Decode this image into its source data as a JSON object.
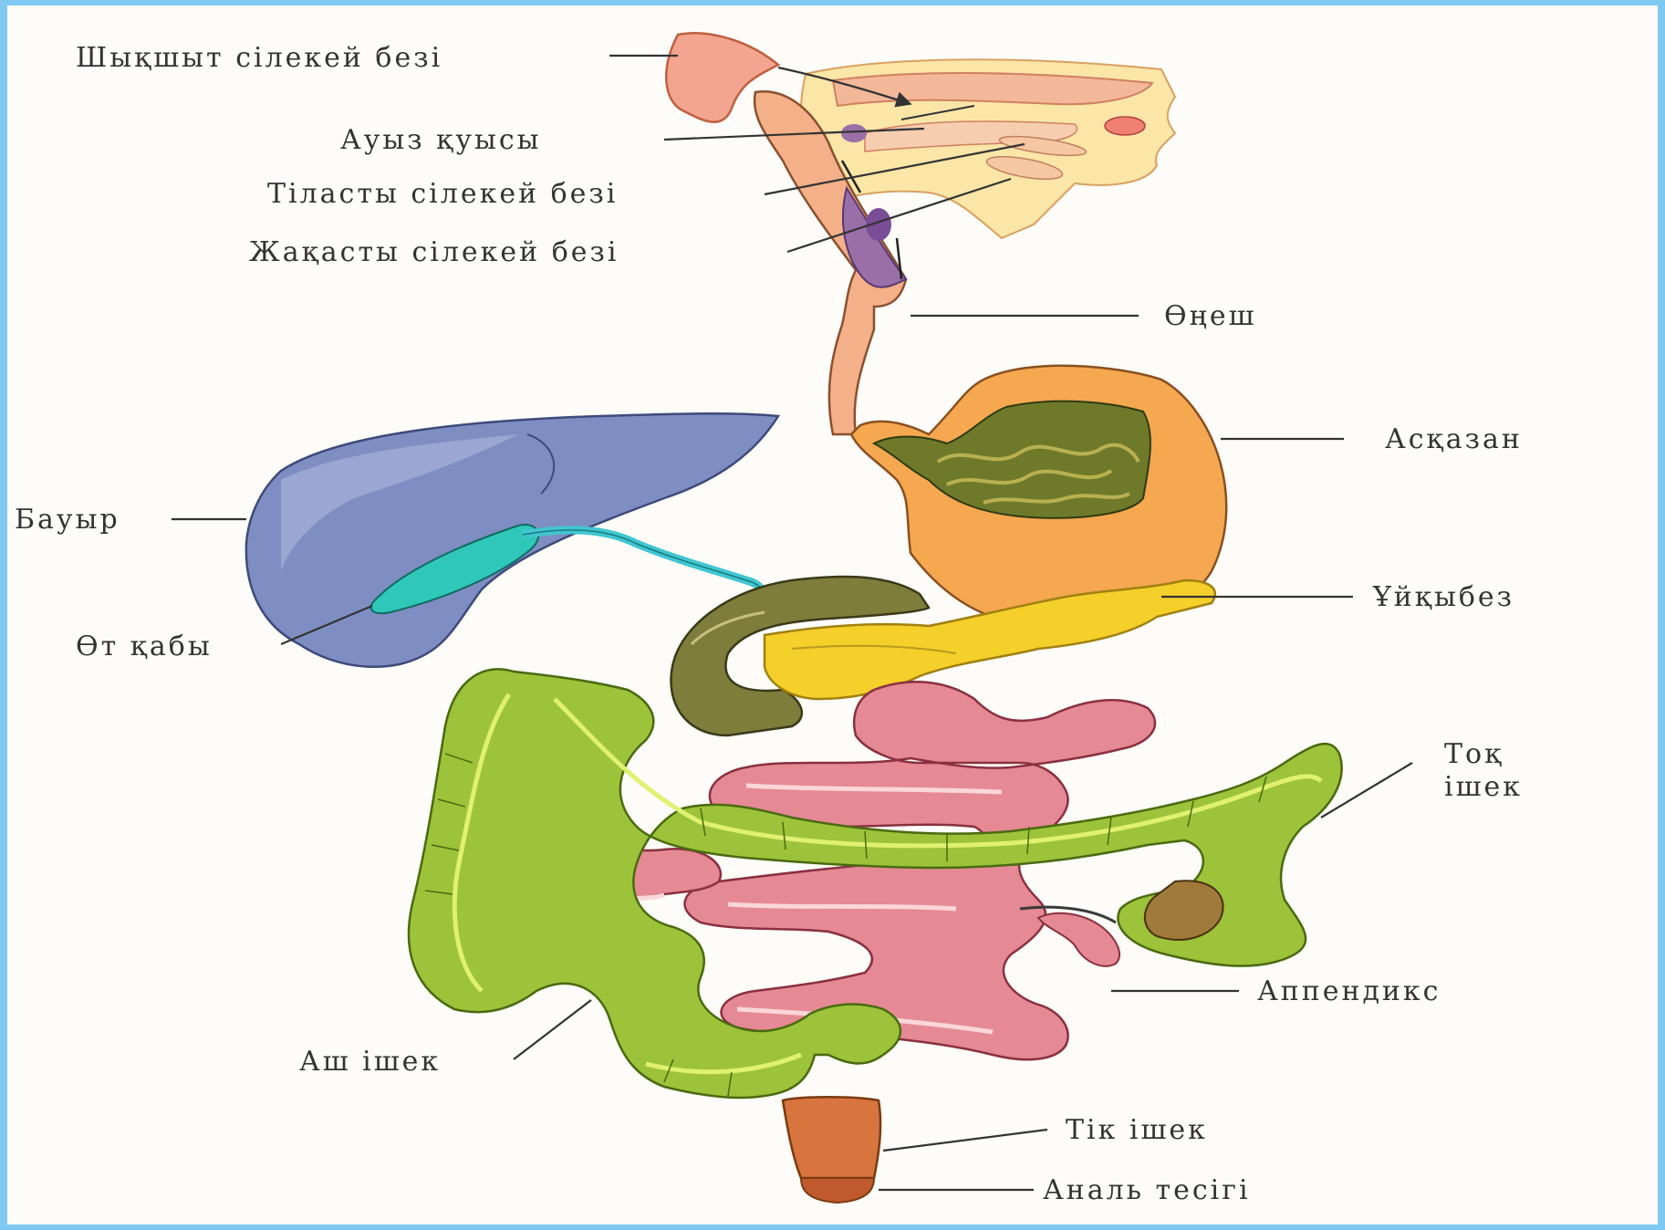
{
  "labels": {
    "parotid_gland": "Шықшыт сілекей безі",
    "oral_cavity": "Ауыз қуысы",
    "sublingual_gland": "Тіласты сілекей безі",
    "submandibular_gland": "Жақасты сілекей безі",
    "esophagus": "Өңеш",
    "liver": "Бауыр",
    "stomach": "Асқазан",
    "pancreas": "Ұйқыбез",
    "gallbladder": "Өт қабы",
    "colon_line1": "Тоқ",
    "colon_line2": "ішек",
    "appendix": "Аппендикс",
    "small_intestine": "Аш ішек",
    "rectum": "Тік ішек",
    "anus": "Аналь тесігі"
  },
  "colors": {
    "frame": "#7ec8f2",
    "background": "#fdfcf8",
    "liver": "#7f8ec2",
    "gallbladder": "#2fc7b8",
    "stomach": "#f2a24e",
    "pancreas": "#f5cf2a",
    "small_intestine": "#e58a94",
    "large_intestine": "#9cc33a",
    "esophagus": "#f0a07a",
    "rectum": "#d8743e"
  }
}
